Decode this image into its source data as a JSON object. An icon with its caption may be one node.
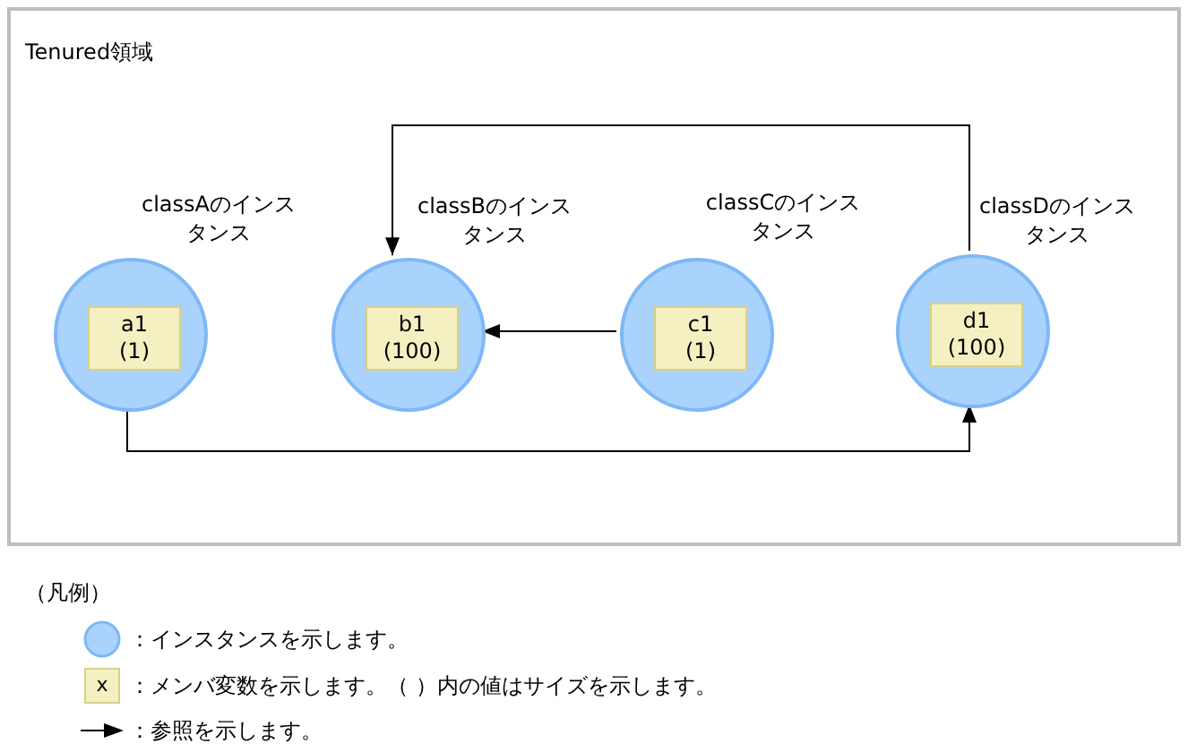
{
  "diagram": {
    "nodes": [
      {
        "text": [
          "Tenured領域"
        ]
      },
      {
        "text": [],
        "shape": "circle",
        "in": 0,
        "beside": [
          "classAのインスタンス"
        ]
      },
      {
        "text": [
          "a1",
          "(1)"
        ],
        "in": 1
      },
      {
        "text": [],
        "shape": "circle",
        "in": 0,
        "beside": [
          "classBのインスタンス"
        ]
      },
      {
        "text": [
          "b1",
          "(100)"
        ],
        "in": 3
      },
      {
        "text": [],
        "shape": "circle",
        "in": 0,
        "beside": [
          "classCのインスタンス"
        ]
      },
      {
        "text": [
          "c1",
          "(1)"
        ],
        "in": 5
      },
      {
        "text": [],
        "shape": "circle",
        "in": 0,
        "beside": [
          "classDのインスタンス"
        ]
      },
      {
        "text": [
          "d1",
          "(100)"
        ],
        "in": 7
      }
    ],
    "edges": [
      {
        "from": 7,
        "to": 3,
        "arrow": "to"
      },
      {
        "from": 5,
        "to": 3,
        "arrow": "to"
      },
      {
        "from": 1,
        "to": 7,
        "arrow": "to"
      }
    ],
    "labels": [
      "（凡例）",
      "x"
    ],
    "legend": [
      {
        "text": "：インスタンスを示します。"
      },
      {
        "text": "：メンバ変数を示します。（ ）内の値はサイズを示します。"
      },
      {
        "text": "：参照を示します。"
      }
    ]
  }
}
